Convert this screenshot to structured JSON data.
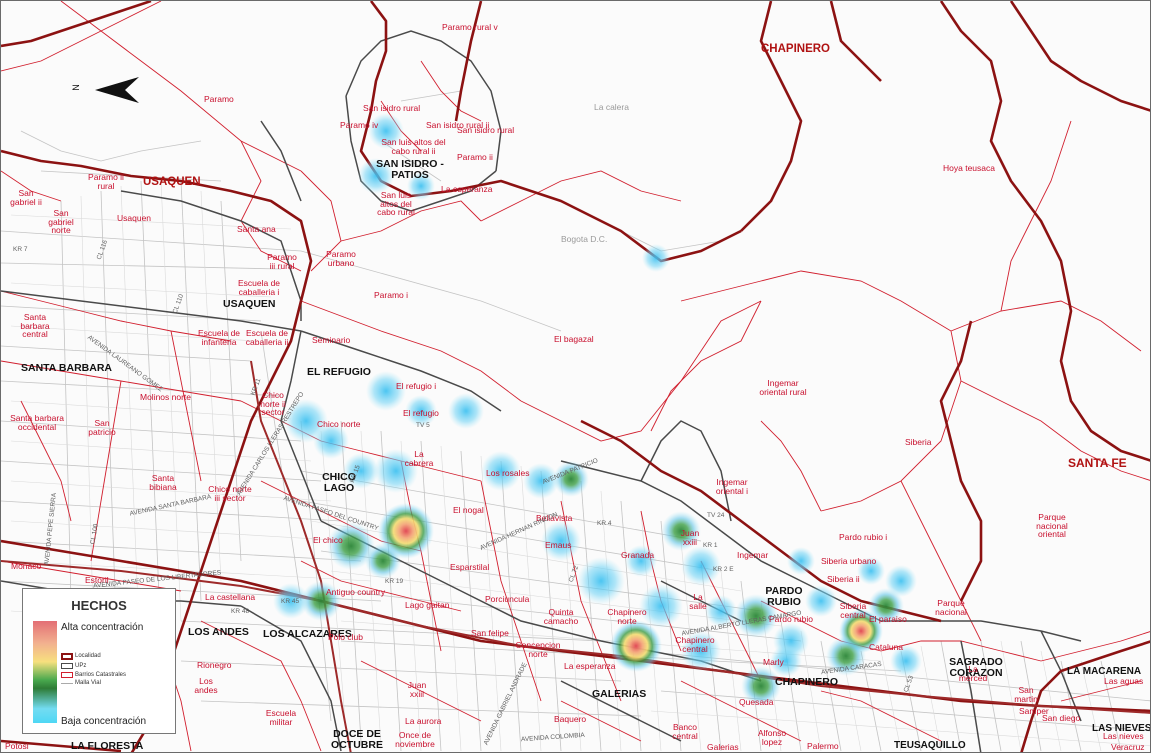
{
  "legend": {
    "title": "HECHOS",
    "high": "Alta concentración",
    "low": "Baja concentración",
    "items": [
      "Localidad",
      "UPz",
      "Barrios Catastrales",
      "Malla Vial"
    ]
  },
  "north_symbol": "N",
  "colors": {
    "localidad": "#8c1212",
    "upz": "#505050",
    "barrio": "#d11f2e",
    "street": "#b8b8b8",
    "heat_low": "#5cc8f0",
    "heat_mid": "#2d8f3a",
    "heat_high": "#e4545c"
  },
  "localidades": [
    "CHAPINERO",
    "USAQUEN",
    "SANTA FE",
    "LA MACARENA",
    "LAS NIEVES",
    "TEUSAQUILLO"
  ],
  "upz": [
    "SAN ISIDRO - PATIOS",
    "USAQUEN",
    "SANTA BARBARA",
    "EL REFUGIO",
    "CHICO LAGO",
    "LOS ANDES",
    "LOS ALCAZARES",
    "PARDO RUBIO",
    "CHAPINERO",
    "GALERIAS",
    "SAGRADO CORAZON",
    "DOCE DE OCTUBRE",
    "LA FLORESTA"
  ],
  "barrios": [
    "Paramo rural v",
    "San isidro rural",
    "Paramo iv",
    "San isidro rural ii",
    "San luis altos del cabo rural ii",
    "San isidro rural",
    "Paramo ii",
    "San luis altos del cabo rural",
    "La esperanza",
    "Paramo",
    "Paramo ii rural",
    "San gabriel ii",
    "San gabriel norte",
    "Usaquen",
    "Santa ana",
    "Paramo iii rural",
    "Paramo urbano",
    "Paramo i",
    "Escuela de caballeria i",
    "Escuela de caballeria ii",
    "El bagazal",
    "Hoya teusaca",
    "Santa barbara central",
    "Escuela de infanteria",
    "Seminario",
    "El refugio i",
    "El refugio",
    "Santa barbara occidental",
    "San patricio",
    "Molinos norte",
    "Chico norte ii sector",
    "Chico norte",
    "La cabrera",
    "Los rosales",
    "Santa bibiana",
    "Chico norte iii sector",
    "El nogal",
    "Bellavista",
    "Ingemar oriental rural",
    "Siberia",
    "Ingemar oriental i",
    "Parque nacional oriental",
    "El chico",
    "Emaus",
    "Juan xxiii",
    "Granada",
    "Ingemar",
    "Pardo rubio i",
    "Siberia urbano",
    "Siberia ii",
    "Monaco",
    "Estoril",
    "Esparstilal",
    "Polo club",
    "La castellana",
    "Antiguo country",
    "Lago gaitan",
    "Porciuncula",
    "Quinta camacho",
    "Chapinero norte",
    "La salle",
    "Pardo rubio",
    "Siberia central",
    "El paraiso",
    "Parque nacional",
    "Cataluna",
    "San felipe",
    "Concepcion norte",
    "Chapinero central",
    "La esperanza",
    "Marly",
    "La merced",
    "San martin",
    "Las aguas",
    "Rionegro",
    "Los andes",
    "Juan xxiii",
    "Escuela militar",
    "La aurora",
    "Once de noviembre",
    "Baquero",
    "Banco central",
    "Alfonso lopez",
    "Quesada",
    "Samper",
    "San diego",
    "Las nieves",
    "Veracruz",
    "Galerias",
    "Palermo",
    "Potosi",
    "La calera",
    "Bogota D.C."
  ],
  "streets": [
    "AVENIDA CARLOS LLERAS RESTREPO",
    "AVENIDA SANTA BARBARA",
    "AVENIDA PASEO DEL COUNTRY",
    "AVENIDA PASEO DE LOS LIBERTADORES",
    "AVENIDA PEPE SIERRA",
    "AVENIDA ALBERTO LLERAS CAMARGO",
    "AVENIDA PATRICIO",
    "AVENIDA HERNAN RINCON",
    "AVENIDA CARACAS",
    "AVENIDA GABRIEL ANDRADE",
    "AVENIDA COLOMBIA",
    "AVENIDA LAUREANO GOMEZ",
    "KR 7",
    "KR 11",
    "KR 15",
    "KR 19",
    "KR 45",
    "KR 48",
    "CL 116",
    "CL 110",
    "CL 100",
    "CL 72",
    "CL 53",
    "TV 5",
    "TV 24",
    "KR 1",
    "KR 4",
    "KR 2 E"
  ]
}
